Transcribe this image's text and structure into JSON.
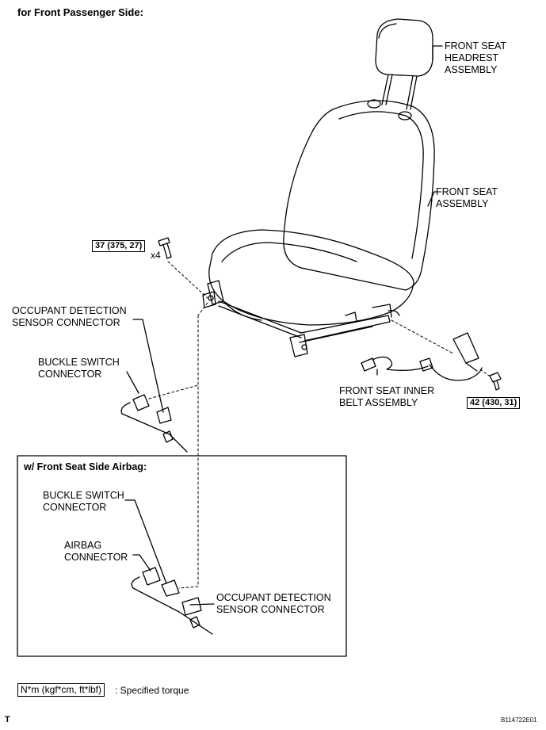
{
  "title": "for Front Passenger Side:",
  "labels": {
    "headrest": "FRONT SEAT\nHEADREST\nASSEMBLY",
    "seat": "FRONT SEAT\nASSEMBLY",
    "inner_belt": "FRONT SEAT INNER\nBELT ASSEMBLY",
    "occupant_top": "OCCUPANT DETECTION\nSENSOR CONNECTOR",
    "buckle_top": "BUCKLE SWITCH\nCONNECTOR",
    "qty": "x4"
  },
  "torques": {
    "seat_bolt": "37 (375, 27)",
    "belt_bolt": "42 (430, 31)"
  },
  "inset": {
    "title": "w/ Front Seat Side Airbag:",
    "buckle": "BUCKLE SWITCH\nCONNECTOR",
    "airbag": "AIRBAG\nCONNECTOR",
    "occupant": "OCCUPANT DETECTION\nSENSOR CONNECTOR"
  },
  "legend": {
    "unit": "N*m (kgf*cm, ft*lbf)",
    "text": ": Specified torque"
  },
  "footer": {
    "left": "T",
    "code": "B114722E01"
  }
}
